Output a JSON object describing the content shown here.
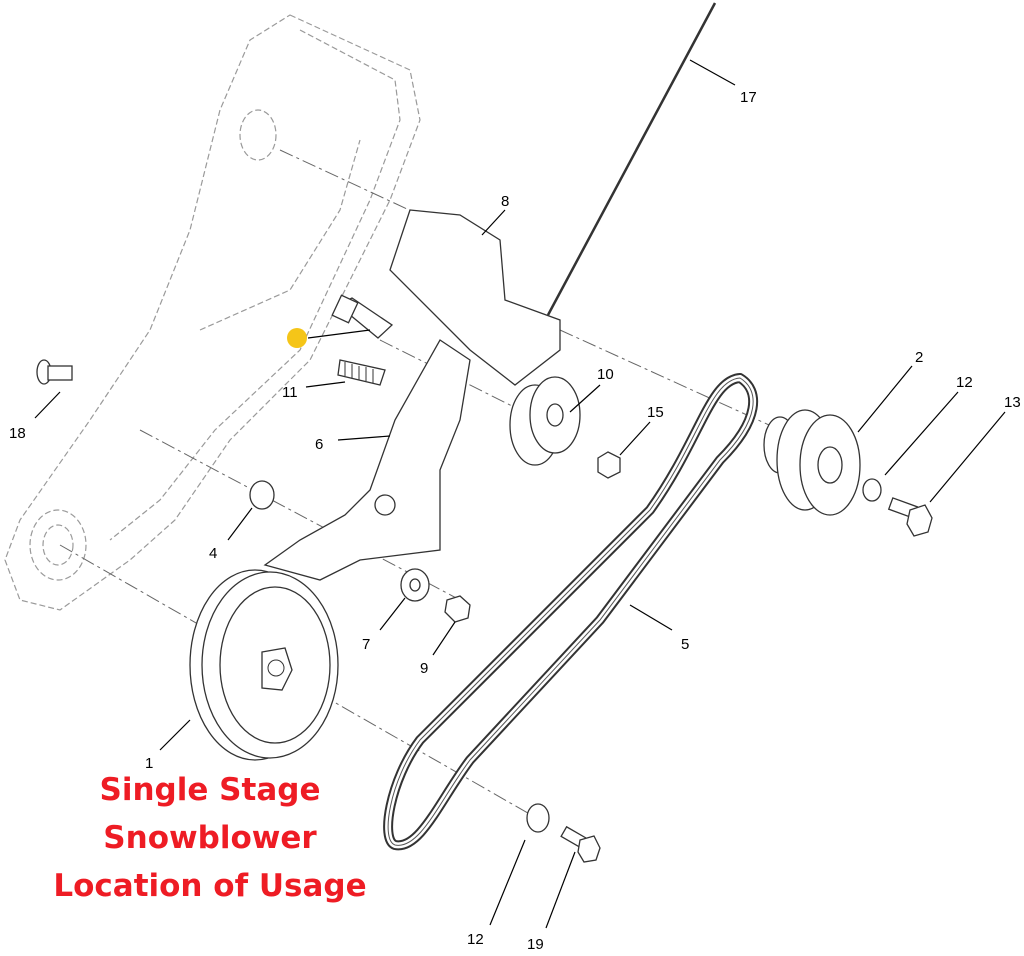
{
  "diagram": {
    "callouts": [
      "17",
      "8",
      "2",
      "12",
      "13",
      "10",
      "15",
      "11",
      "6",
      "18",
      "4",
      "7",
      "9",
      "5",
      "1",
      "12",
      "19"
    ],
    "highlight_color": "#f5c518",
    "note_color": "#ee1c24"
  },
  "note": {
    "line1": "Single Stage",
    "line2": "Snowblower",
    "line3": "Location of Usage"
  }
}
